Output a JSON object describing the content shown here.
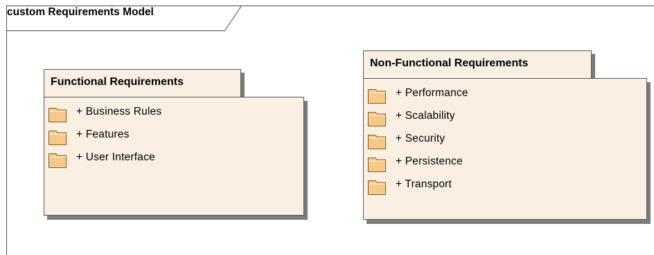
{
  "frame": {
    "title": "custom Requirements Model"
  },
  "packages": [
    {
      "title": "Functional Requirements",
      "items": [
        "+ Business Rules",
        "+ Features",
        "+ User Interface"
      ]
    },
    {
      "title": "Non-Functional Requirements",
      "items": [
        "+ Performance",
        "+ Scalability",
        "+ Security",
        "+ Persistence",
        "+ Transport"
      ]
    }
  ],
  "colors": {
    "package_fill": "#f9efe3",
    "folder_fill": "#f6c88a",
    "border": "#555555",
    "shadow": "#7b7b7b"
  },
  "icons": {
    "package_item": "folder-icon"
  }
}
